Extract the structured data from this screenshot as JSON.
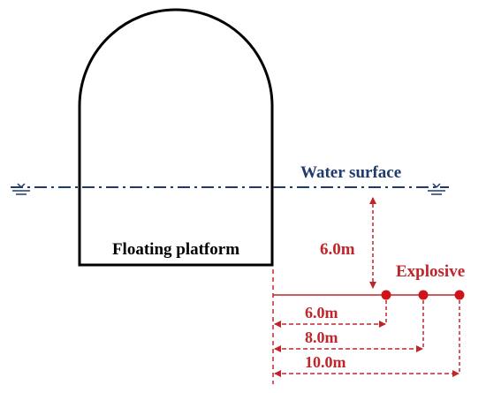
{
  "labels": {
    "water_surface": "Water surface",
    "platform": "Floating platform",
    "depth": "6.0m",
    "explosive": "Explosive",
    "dist_1": "6.0m",
    "dist_2": "8.0m",
    "dist_3": "10.0m"
  },
  "colors": {
    "outline": "#000000",
    "water_line": "#1f3a6e",
    "water_text": "#1f3a6e",
    "dimension": "#c0252b",
    "explosive_fill": "#d0121b",
    "background": "#ffffff"
  }
}
